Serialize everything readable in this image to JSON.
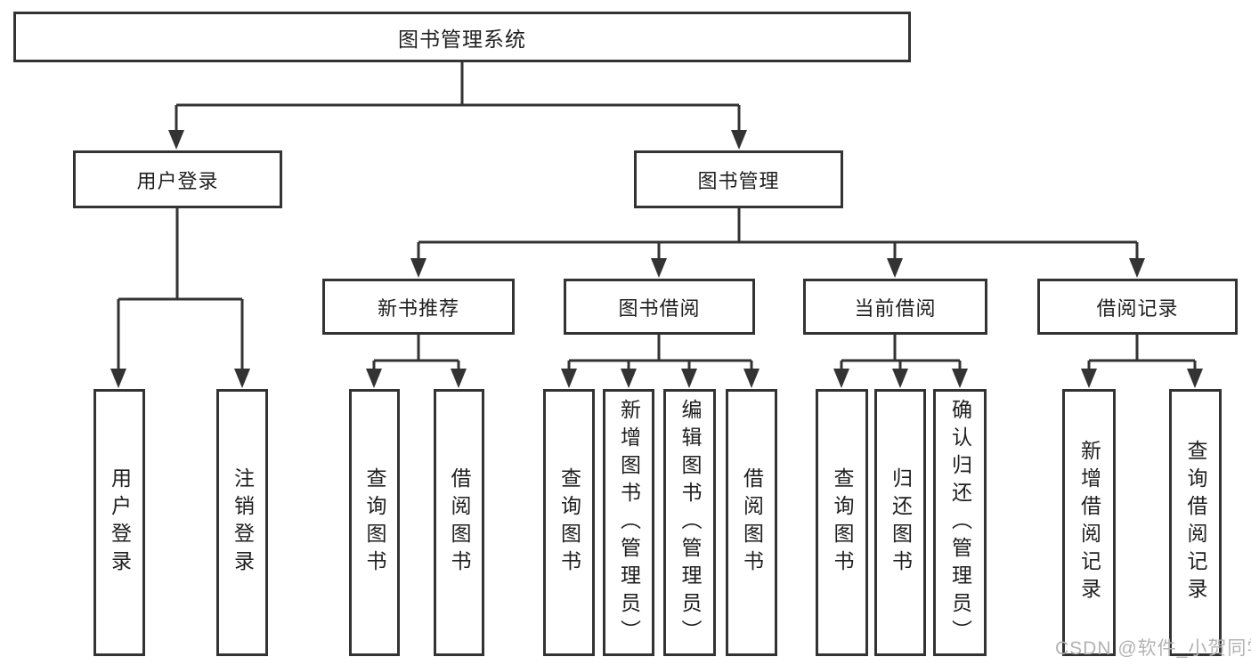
{
  "diagram": {
    "root": {
      "label": "图书管理系统"
    },
    "branches": [
      {
        "label": "用户登录",
        "children": [
          {
            "label": "用户登录"
          },
          {
            "label": "注销登录"
          }
        ]
      },
      {
        "label": "图书管理",
        "children": [
          {
            "label": "新书推荐",
            "children": [
              {
                "label": "查询图书"
              },
              {
                "label": "借阅图书"
              }
            ]
          },
          {
            "label": "图书借阅",
            "children": [
              {
                "label": "查询图书"
              },
              {
                "label": "新增图书（管理员）"
              },
              {
                "label": "编辑图书（管理员）"
              },
              {
                "label": "借阅图书"
              }
            ]
          },
          {
            "label": "当前借阅",
            "children": [
              {
                "label": "查询图书"
              },
              {
                "label": "归还图书"
              },
              {
                "label": "确认归还（管理员）"
              }
            ]
          },
          {
            "label": "借阅记录",
            "children": [
              {
                "label": "新增借阅记录"
              },
              {
                "label": "查询借阅记录"
              }
            ]
          }
        ]
      }
    ]
  },
  "watermark": {
    "text": "CSDN @软件_小贺同学"
  },
  "colors": {
    "line": "#333333",
    "box_border": "#333333",
    "text": "#1f1f1f",
    "watermark": "#b3b3b3",
    "background": "#ffffff"
  }
}
